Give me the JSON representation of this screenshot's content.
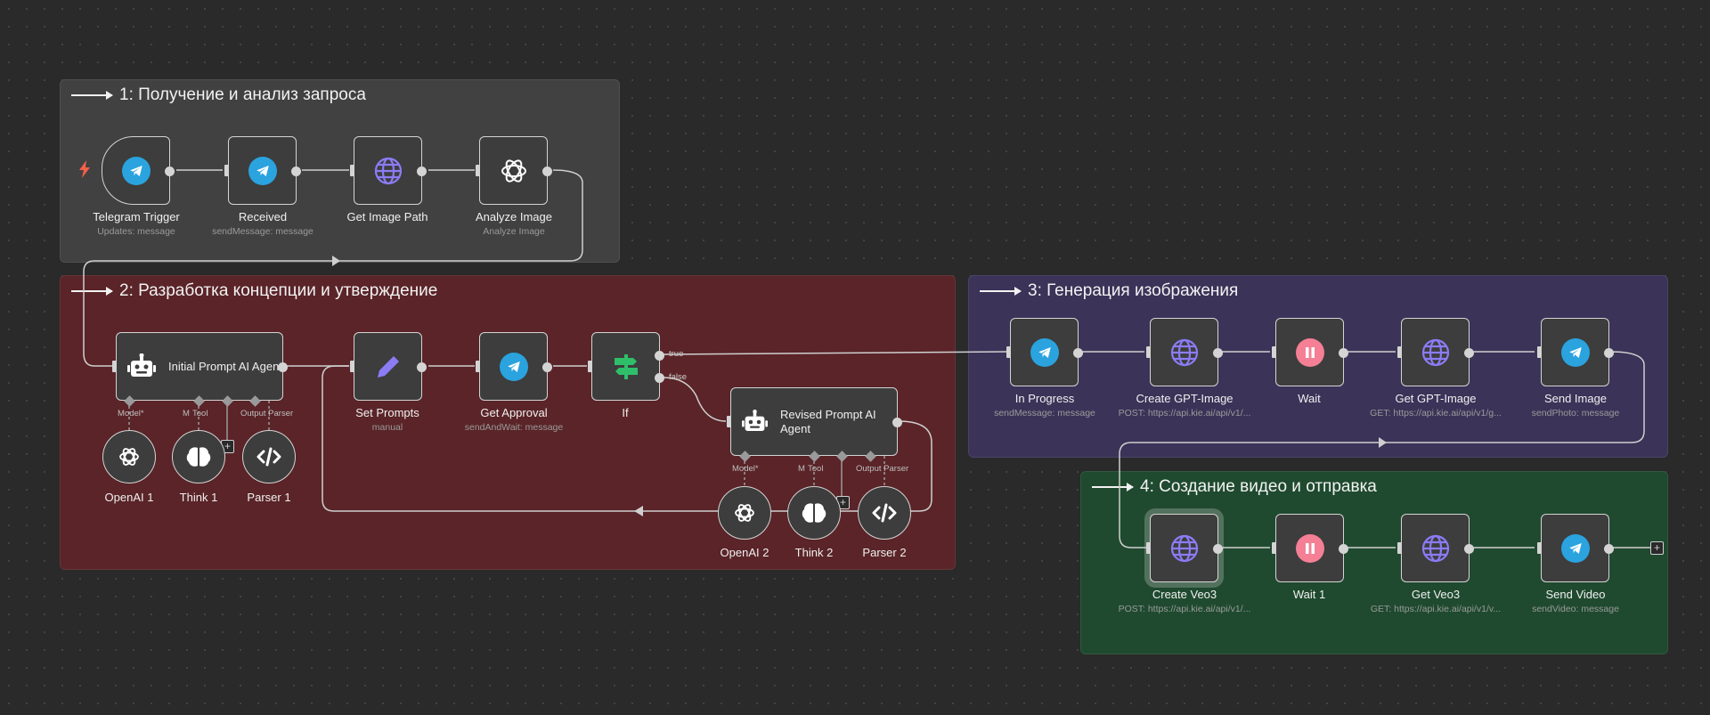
{
  "groups": {
    "g1": {
      "title": "1: Получение и анализ запроса",
      "color": "#414141"
    },
    "g2": {
      "title": "2: Разработка концепции и утверждение",
      "color": "#5a2428"
    },
    "g3": {
      "title": "3: Генерация изображения",
      "color": "#3b3358"
    },
    "g4": {
      "title": "4: Создание видео и отправка",
      "color": "#1f4a2f"
    }
  },
  "nodes": {
    "telegram_trigger": {
      "label": "Telegram Trigger",
      "sub": "Updates: message",
      "icon": "telegram-icon"
    },
    "received": {
      "label": "Received",
      "sub": "sendMessage: message",
      "icon": "telegram-icon"
    },
    "get_image_path": {
      "label": "Get Image Path",
      "icon": "globe-icon"
    },
    "analyze_image": {
      "label": "Analyze Image",
      "sub": "Analyze Image",
      "icon": "openai-icon"
    },
    "initial_agent": {
      "label": "Initial Prompt AI Agent",
      "icon": "robot-icon"
    },
    "set_prompts": {
      "label": "Set Prompts",
      "sub": "manual",
      "icon": "pencil-icon"
    },
    "get_approval": {
      "label": "Get Approval",
      "sub": "sendAndWait: message",
      "icon": "telegram-icon"
    },
    "if": {
      "label": "If",
      "icon": "signpost-icon"
    },
    "revised_agent": {
      "label": "Revised Prompt AI Agent",
      "icon": "robot-icon"
    },
    "openai1": {
      "label": "OpenAI 1"
    },
    "think1": {
      "label": "Think 1"
    },
    "parser1": {
      "label": "Parser 1"
    },
    "openai2": {
      "label": "OpenAI 2"
    },
    "think2": {
      "label": "Think 2"
    },
    "parser2": {
      "label": "Parser 2"
    },
    "in_progress": {
      "label": "In Progress",
      "sub": "sendMessage: message",
      "icon": "telegram-icon"
    },
    "create_gpt_image": {
      "label": "Create GPT-Image",
      "sub": "POST: https://api.kie.ai/api/v1/...",
      "icon": "globe-icon"
    },
    "wait": {
      "label": "Wait",
      "icon": "pause-icon"
    },
    "get_gpt_image": {
      "label": "Get GPT-Image",
      "sub": "GET: https://api.kie.ai/api/v1/g...",
      "icon": "globe-icon"
    },
    "send_image": {
      "label": "Send Image",
      "sub": "sendPhoto: message",
      "icon": "telegram-icon"
    },
    "create_veo3": {
      "label": "Create Veo3",
      "sub": "POST: https://api.kie.ai/api/v1/...",
      "icon": "globe-icon"
    },
    "wait1": {
      "label": "Wait 1",
      "icon": "pause-icon"
    },
    "get_veo3": {
      "label": "Get Veo3",
      "sub": "GET: https://api.kie.ai/api/v1/v...",
      "icon": "globe-icon"
    },
    "send_video": {
      "label": "Send Video",
      "sub": "sendVideo: message",
      "icon": "telegram-icon"
    }
  },
  "agent_ports": {
    "model": "Model*",
    "memory": "M",
    "tool": "Tool",
    "output": "Output Parser"
  },
  "branches": {
    "true": "true",
    "false": "false"
  },
  "colors": {
    "telegram": "#2aa3df",
    "globe": "#8b7cf6",
    "pause": "#f57f95",
    "pencil": "#8b7cf6",
    "signpost": "#2fbf6a"
  }
}
